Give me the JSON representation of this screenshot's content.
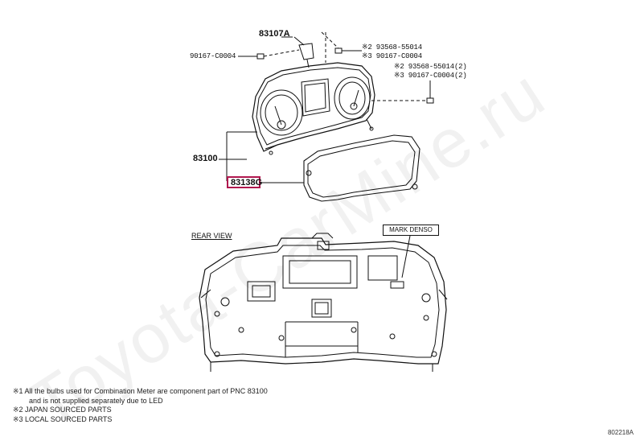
{
  "parts": {
    "p83107a": "83107A",
    "p90167_left": "90167-C0004",
    "p93568_1": "※2 93568-55014",
    "p90167_1": "※3 90167-C0004",
    "p93568_2": "※2 93568-55014(2)",
    "p90167_2": "※3 90167-C0004(2)",
    "p83100": "83100",
    "p83138g": "83138G"
  },
  "labels": {
    "rear_view": "REAR VIEW",
    "mark_denso": "MARK DENSO"
  },
  "notes": [
    "※1 All the bulbs used for Combination Meter are component part of PNC 83100",
    "      and is not supplied separately due to LED",
    "※2 JAPAN SOURCED PARTS",
    "※3 LOCAL SOURCED PARTS"
  ],
  "diagram_code": "802218A",
  "watermark": "Toyota-CarMine.ru",
  "colors": {
    "highlight": "#b0174e"
  }
}
